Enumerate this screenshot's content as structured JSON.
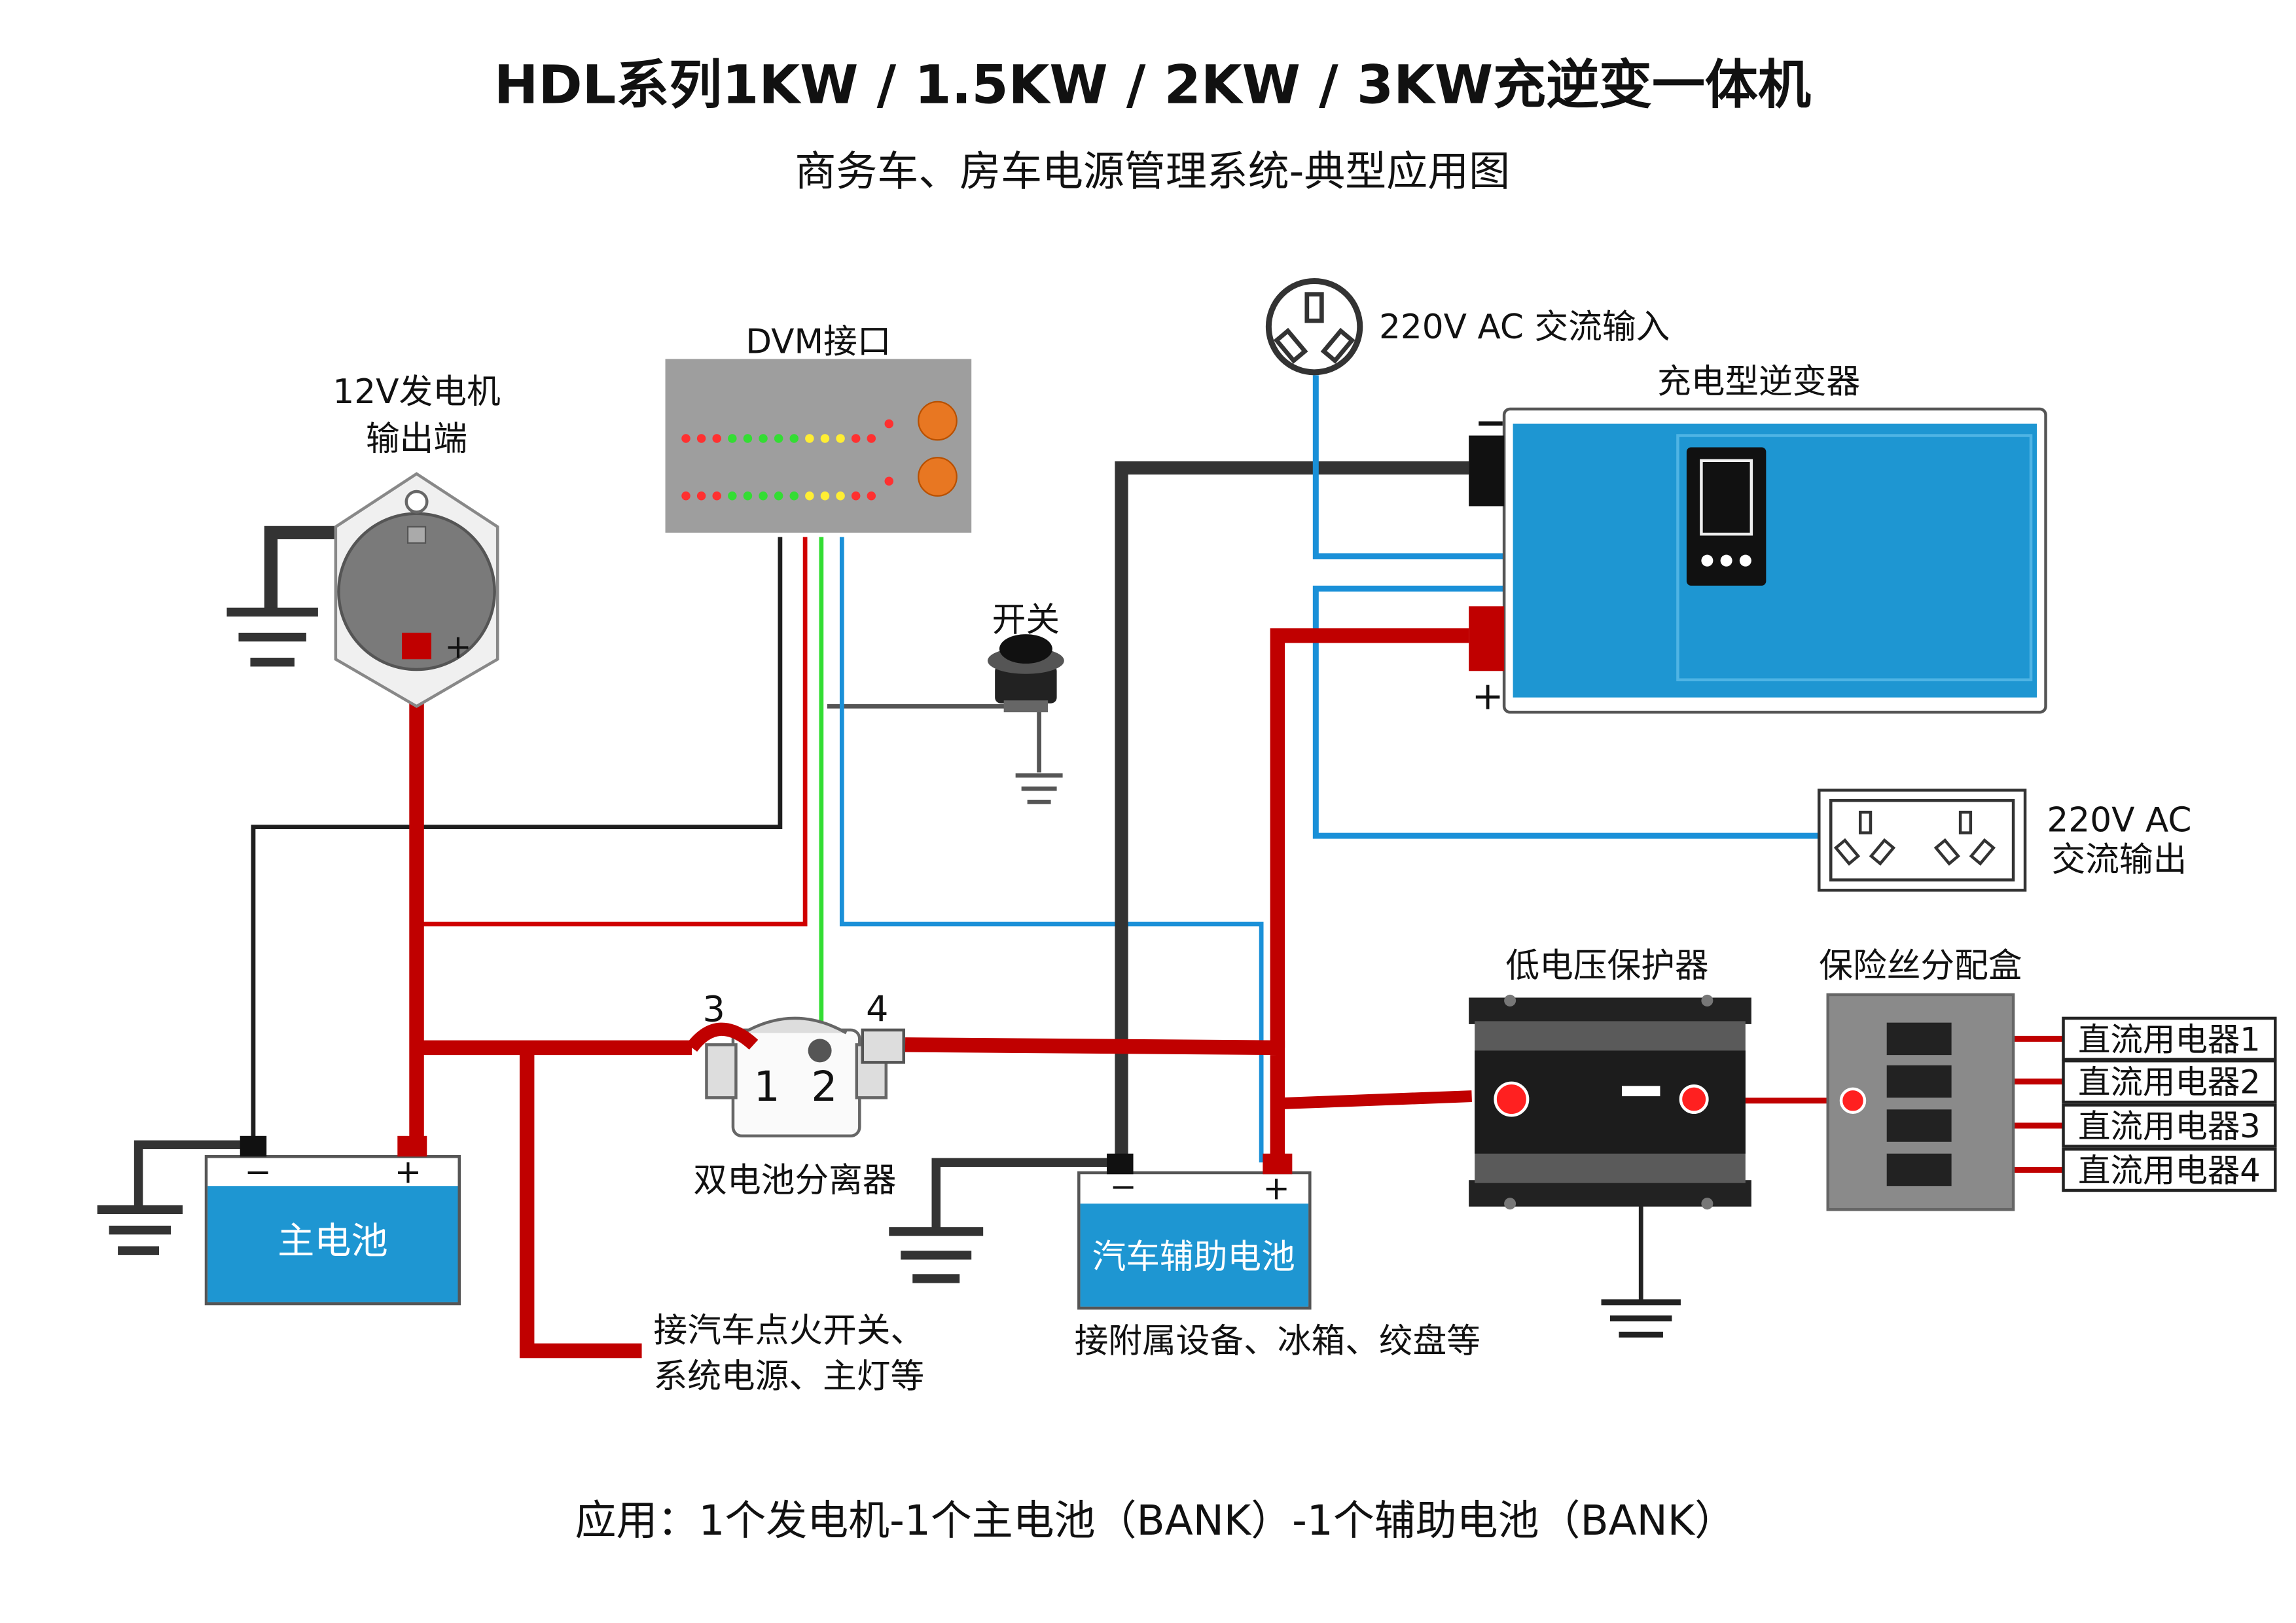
{
  "title": "HDL系列1KW / 1.5KW / 2KW / 3KW充逆变一体机",
  "subtitle": "商务车、房车电源管理系统-典型应用图",
  "footer": "应用：1个发电机-1个主电池（BANK）-1个辅助电池（BANK）",
  "generator": {
    "label_line1": "12V发电机",
    "label_line2": "输出端"
  },
  "dvm": {
    "label": "DVM接口"
  },
  "switch": {
    "label": "开关"
  },
  "ac_input": {
    "label": "220V AC 交流输入"
  },
  "inverter": {
    "label": "充电型逆变器"
  },
  "ac_output": {
    "label_line1": "220V AC",
    "label_line2": "交流输出"
  },
  "isolator": {
    "label": "双电池分离器",
    "term3": "3",
    "term4": "4",
    "term1": "1",
    "term2": "2"
  },
  "main_battery": {
    "label": "主电池"
  },
  "aux_battery": {
    "label": "汽车辅助电池"
  },
  "ignition_note": {
    "line1": "接汽车点火开关、",
    "line2": "系统电源、主灯等"
  },
  "aux_note": {
    "label": "接附属设备、冰箱、绞盘等"
  },
  "lvp": {
    "label": "低电压保护器"
  },
  "fuse_box": {
    "label": "保险丝分配盒"
  },
  "dc_loads": [
    "直流用电器1",
    "直流用电器2",
    "直流用电器3",
    "直流用电器4"
  ],
  "polarity": {
    "minus": "−",
    "plus": "+"
  },
  "colors": {
    "positive": "#c00000",
    "negative": "#1e1e1e",
    "signal_blue": "#1a90d8",
    "signal_green": "#33dd33",
    "battery_blue": "#1e96d2"
  }
}
